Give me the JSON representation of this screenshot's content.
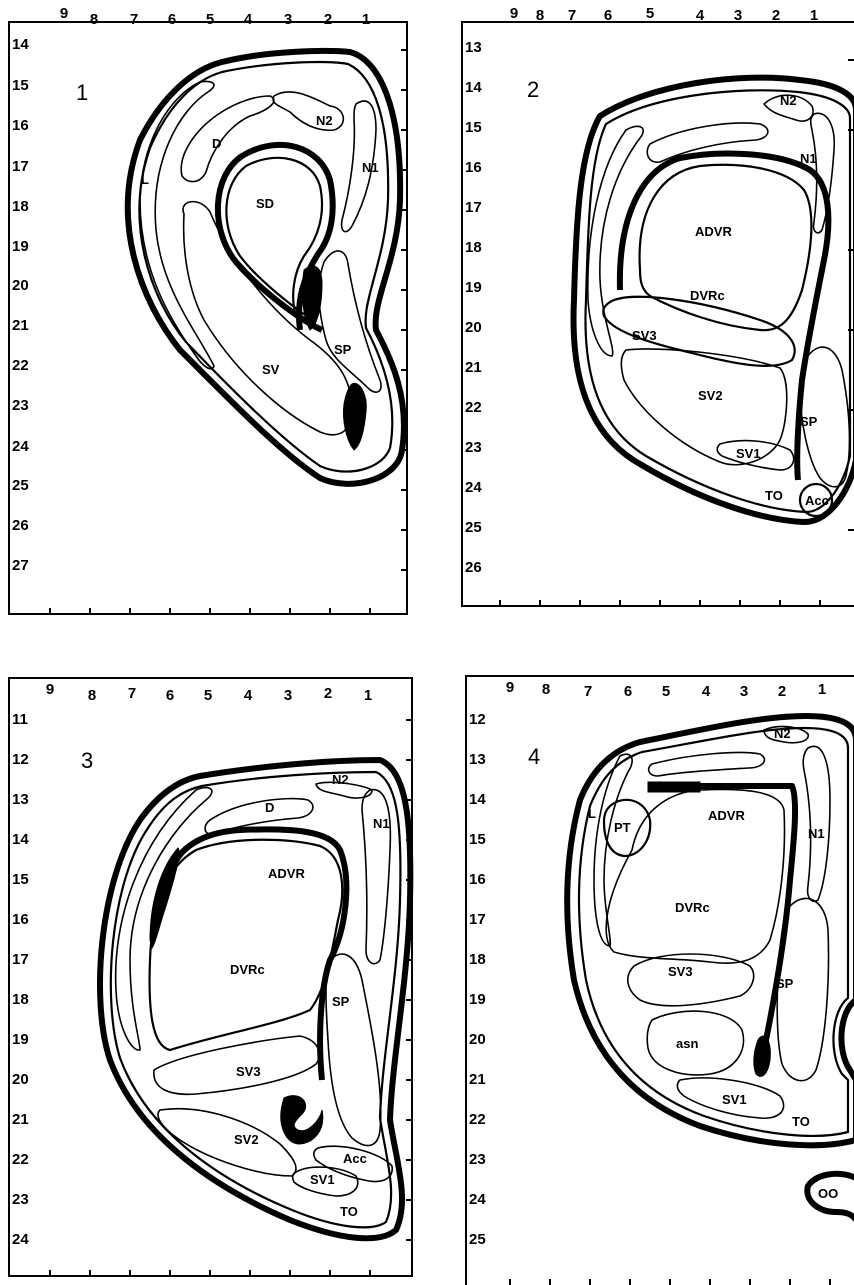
{
  "top_axis_labels": [
    "9",
    "8",
    "7",
    "6",
    "5",
    "4",
    "3",
    "2",
    "1"
  ],
  "panels": [
    {
      "number": "1",
      "left_axis_labels": [
        "14",
        "15",
        "16",
        "17",
        "18",
        "19",
        "20",
        "21",
        "22",
        "23",
        "24",
        "25",
        "26",
        "27"
      ],
      "regions": [
        "L",
        "D",
        "N2",
        "N1",
        "SD",
        "SP",
        "SV"
      ]
    },
    {
      "number": "2",
      "left_axis_labels": [
        "13",
        "14",
        "15",
        "16",
        "17",
        "18",
        "19",
        "20",
        "21",
        "22",
        "23",
        "24",
        "25",
        "26"
      ],
      "regions": [
        "N2",
        "N1",
        "ADVR",
        "DVRc",
        "SV3",
        "SV2",
        "SP",
        "SV1",
        "TO",
        "Acc"
      ]
    },
    {
      "number": "3",
      "left_axis_labels": [
        "11",
        "12",
        "13",
        "14",
        "15",
        "16",
        "17",
        "18",
        "19",
        "20",
        "21",
        "22",
        "23",
        "24"
      ],
      "regions": [
        "N2",
        "N1",
        "D",
        "ADVR",
        "DVRc",
        "SP",
        "SV3",
        "SV2",
        "Acc",
        "SV1",
        "TO"
      ]
    },
    {
      "number": "4",
      "left_axis_labels": [
        "12",
        "13",
        "14",
        "15",
        "16",
        "17",
        "18",
        "19",
        "20",
        "21",
        "22",
        "23",
        "24",
        "25"
      ],
      "regions": [
        "N2",
        "L",
        "PT",
        "ADVR",
        "N1",
        "DVRc",
        "SV3",
        "SP",
        "asn",
        "SV1",
        "TO",
        "OO"
      ]
    }
  ]
}
